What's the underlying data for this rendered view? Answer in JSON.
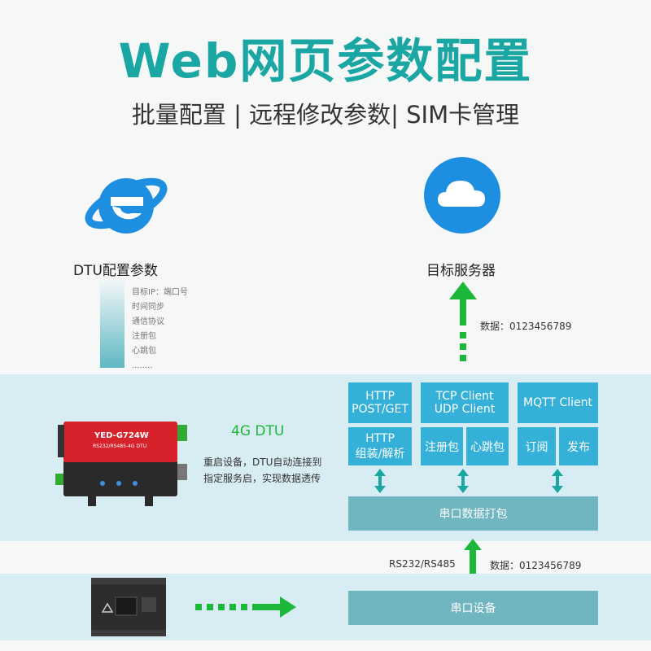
{
  "header": {
    "title": "Web网页参数配置",
    "subtitle": "批量配置 | 远程修改参数| SIM卡管理"
  },
  "left_section": {
    "icon": "browser-e-icon",
    "label": "DTU配置参数",
    "params": [
      "目标IP：端口号",
      "时间同步",
      "通信协议",
      "注册包",
      "心跳包",
      "........"
    ]
  },
  "right_section": {
    "icon": "cloud-icon",
    "label": "目标服务器",
    "data_note": "数据：0123456789"
  },
  "dtu_panel": {
    "device_model": "YED-G724W",
    "device_sub": "RS232/RS485-4G DTU",
    "title": "4G DTU",
    "desc_line1": "重启设备，DTU自动连接到",
    "desc_line2": "指定服务启，实现数据透传",
    "http_top": [
      "HTTP",
      "POST/GET"
    ],
    "http_bottom": [
      "HTTP",
      "组装/解析"
    ],
    "tcp_top": [
      "TCP Client",
      "UDP Client"
    ],
    "tcp_bottom_left": "注册包",
    "tcp_bottom_right": "心跳包",
    "mqtt_top": "MQTT Client",
    "mqtt_bottom_left": "订阅",
    "mqtt_bottom_right": "发布",
    "serial_pack": "串口数据打包"
  },
  "link": {
    "interface": "RS232/RS485",
    "data_note": "数据：0123456789"
  },
  "device_panel": {
    "serial_device": "串口设备"
  },
  "colors": {
    "title": "#1aa6a3",
    "accent_blue": "#35b0d8",
    "panel_bg": "#d7ecf3",
    "bar": "#6fb6c0",
    "arrow_green": "#1db83a",
    "arrow_teal": "#1aa6a3"
  }
}
